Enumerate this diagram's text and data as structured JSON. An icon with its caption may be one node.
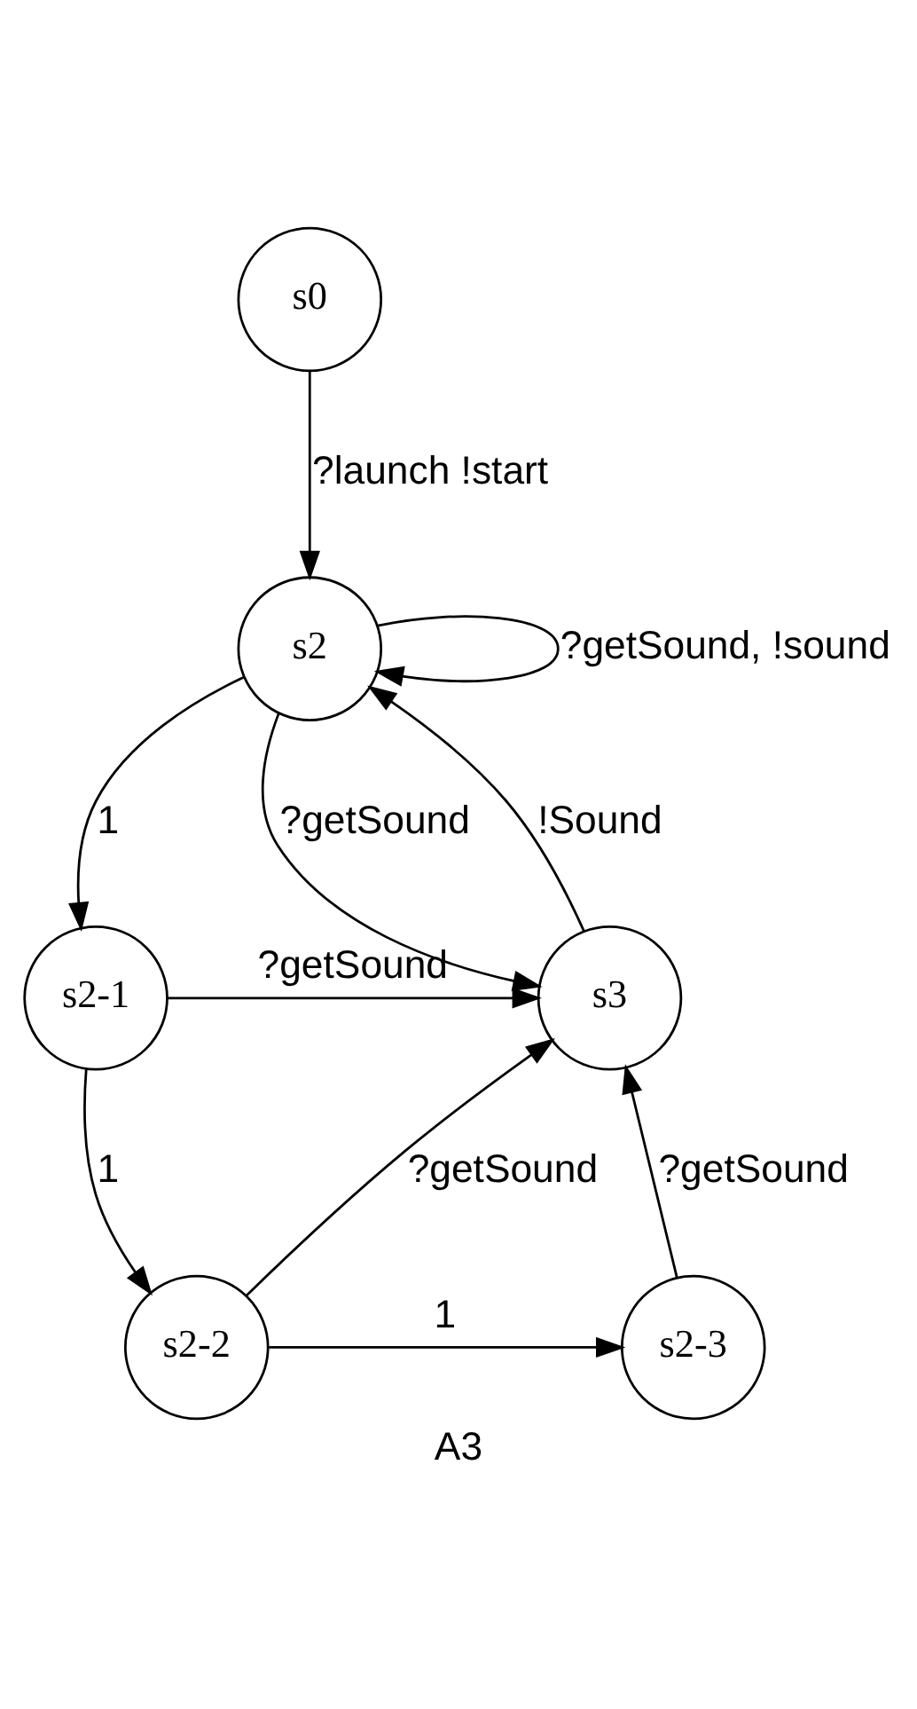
{
  "diagram": {
    "caption": "A3",
    "nodes": [
      {
        "text": [
          "s0"
        ]
      },
      {
        "text": [
          "s2"
        ]
      },
      {
        "text": [
          "s2-1"
        ]
      },
      {
        "text": [
          "s3"
        ]
      },
      {
        "text": [
          "s2-2"
        ]
      },
      {
        "text": [
          "s2-3"
        ]
      }
    ],
    "edges": [
      {
        "from": 0,
        "to": 1,
        "arrow": "to",
        "label": "?launch !start"
      },
      {
        "from": 1,
        "to": 1,
        "arrow": "to",
        "label": "?getSound, !sound"
      },
      {
        "from": 1,
        "to": 2,
        "arrow": "to",
        "label": "1"
      },
      {
        "from": 1,
        "to": 3,
        "arrow": "to",
        "label": "?getSound"
      },
      {
        "from": 3,
        "to": 1,
        "arrow": "to",
        "label": "!Sound"
      },
      {
        "from": 2,
        "to": 3,
        "arrow": "to",
        "label": "?getSound"
      },
      {
        "from": 2,
        "to": 4,
        "arrow": "to",
        "label": "1"
      },
      {
        "from": 4,
        "to": 3,
        "arrow": "to",
        "label": "?getSound"
      },
      {
        "from": 4,
        "to": 5,
        "arrow": "to",
        "label": "1"
      },
      {
        "from": 5,
        "to": 3,
        "arrow": "to",
        "label": "?getSound"
      }
    ]
  }
}
